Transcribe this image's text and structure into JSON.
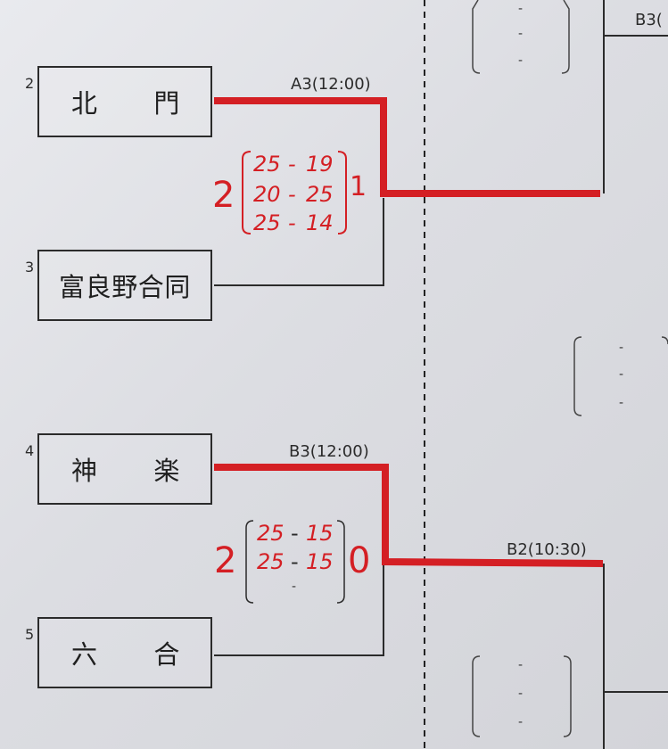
{
  "teams": [
    {
      "seed": "2",
      "name_a": "北",
      "name_b": "門"
    },
    {
      "seed": "3",
      "name": "富良野合同"
    },
    {
      "seed": "4",
      "name_a": "神",
      "name_b": "楽"
    },
    {
      "seed": "5",
      "name_a": "六",
      "name_b": "合"
    }
  ],
  "matches": [
    {
      "label": "A3(12:00)",
      "left_wins": "2",
      "right_wins": "1",
      "sets": [
        {
          "left": "25",
          "sep": "-",
          "right": "19"
        },
        {
          "left": "20",
          "sep": "-",
          "right": "25"
        },
        {
          "left": "25",
          "sep": "-",
          "right": "14"
        }
      ]
    },
    {
      "label": "B3(12:00)",
      "left_wins": "2",
      "right_wins": "0",
      "sets": [
        {
          "left": "25",
          "sep": "-",
          "right": "15"
        },
        {
          "left": "25",
          "sep": "-",
          "right": "15"
        },
        {
          "left": "",
          "sep": "-",
          "right": ""
        }
      ]
    }
  ],
  "next_labels": {
    "top": "B3(",
    "bottom": "B2(10:30)"
  },
  "placeholder_dash": "-",
  "colors": {
    "highlight": "#d41f24",
    "ink": "#2b2b2b",
    "paper": "#dfe0e4"
  }
}
